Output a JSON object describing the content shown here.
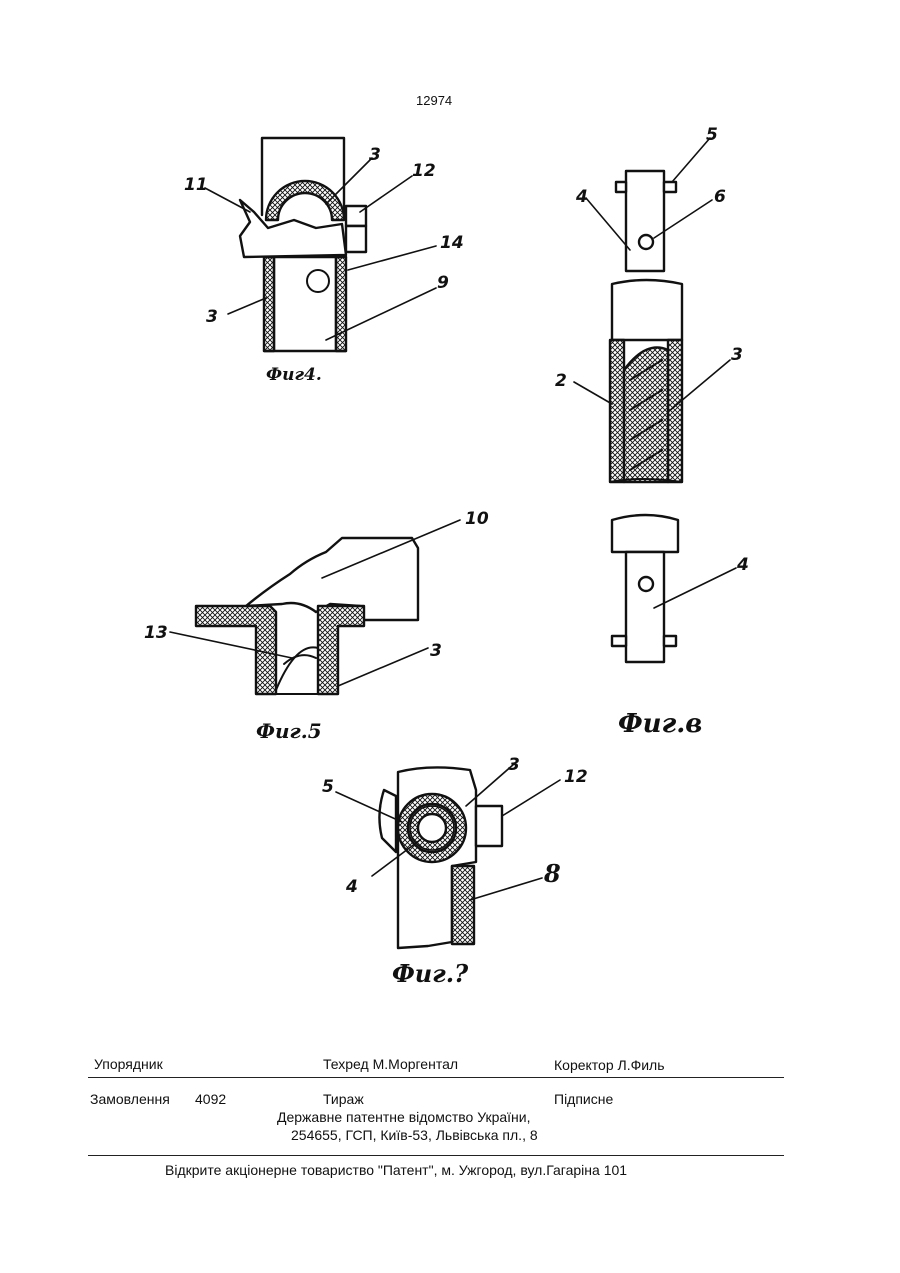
{
  "page_number": "12974",
  "figures": {
    "fig4": {
      "caption": "Фиг4.",
      "labels": {
        "l3a": "3",
        "l12": "12",
        "l11": "11",
        "l14": "14",
        "l3b": "3",
        "l9": "9"
      }
    },
    "fig6": {
      "caption": "Фиг.в",
      "labels": {
        "l5": "5",
        "l4a": "4",
        "l6": "6",
        "l2": "2",
        "l3": "3",
        "l4b": "4"
      }
    },
    "fig5": {
      "caption": "Фиг.5",
      "labels": {
        "l10": "10",
        "l13": "13",
        "l3": "3"
      }
    },
    "fig7": {
      "caption": "Фиг.?",
      "labels": {
        "l3": "3",
        "l12": "12",
        "l5": "5",
        "l4": "4",
        "l8": "8"
      }
    }
  },
  "footer": {
    "row1": {
      "compiler": "Упорядник",
      "techred": "Техред М.Моргентал",
      "corrector": "Коректор   Л.Филь"
    },
    "row2": {
      "order_label": "Замовлення",
      "order_number": "4092",
      "print_run": "Тираж",
      "subscription": "Підписне"
    },
    "office_line1": "Державне патентне відомство України,",
    "office_line2": "254655, ГСП, Київ-53, Львівська пл., 8",
    "publisher": "Відкрите акціонерне товариство \"Патент\", м. Ужгород, вул.Гагаріна  101"
  }
}
